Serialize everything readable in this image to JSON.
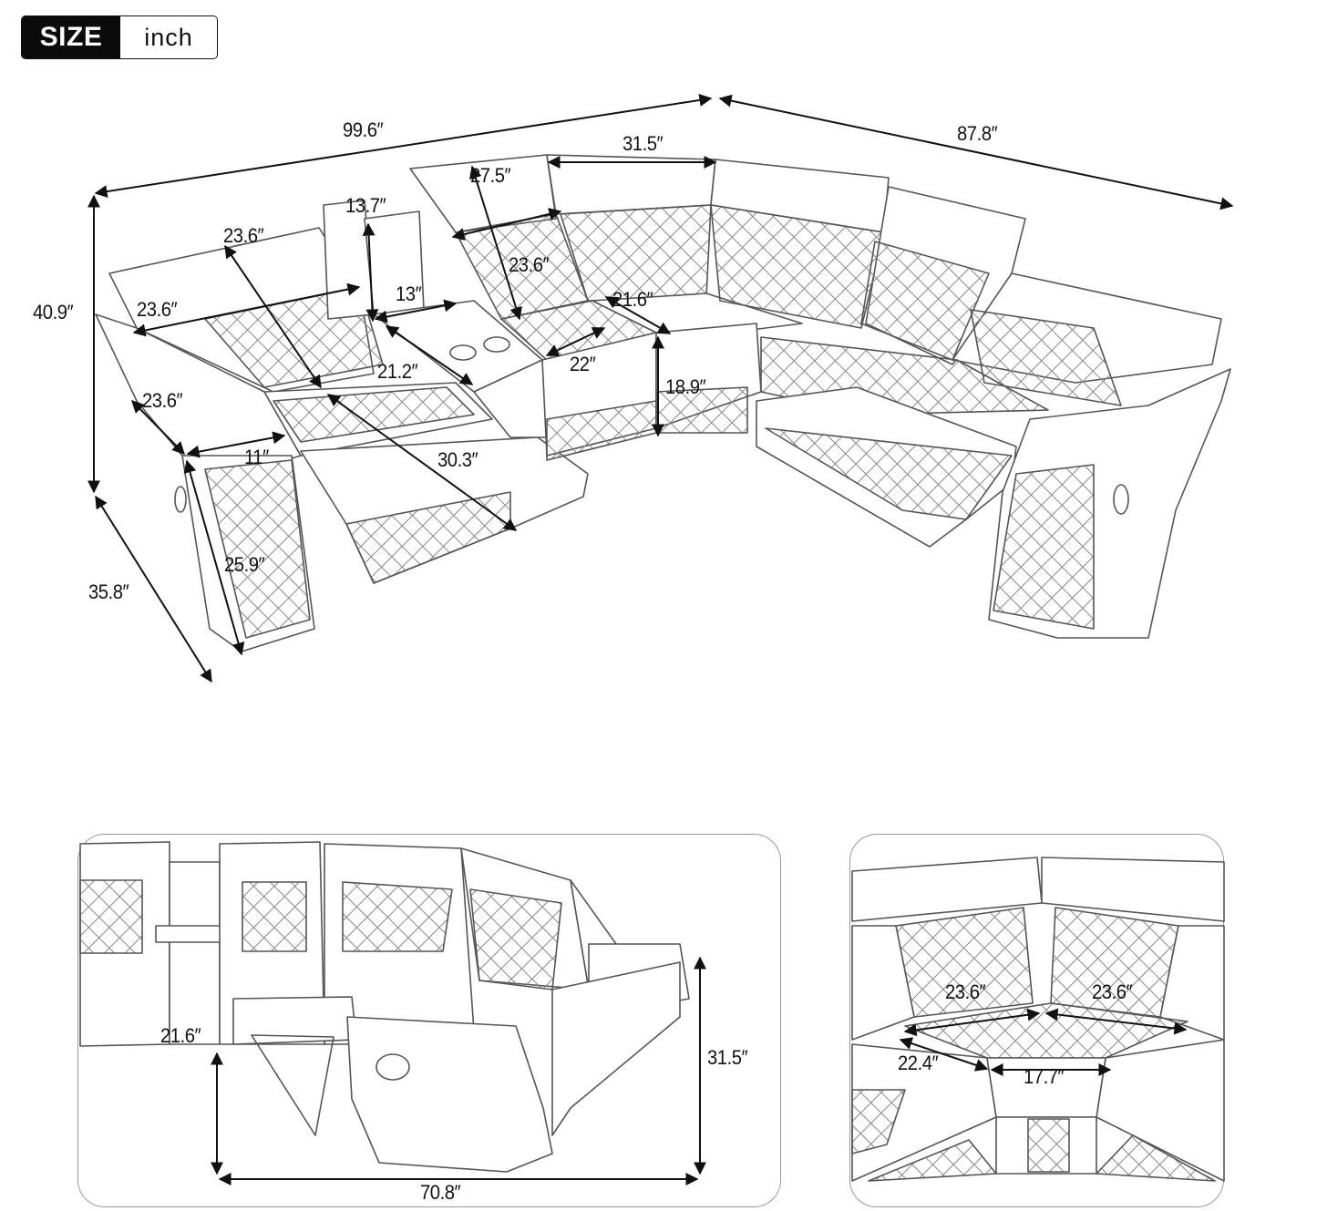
{
  "header": {
    "badge_left": "SIZE",
    "badge_right": "inch"
  },
  "main_view": {
    "overall_width_left": "99.6″",
    "overall_width_right": "87.8″",
    "overall_height": "40.9″",
    "overall_depth": "35.8″",
    "wedge_back_width": "31.5″",
    "console_back_height": "27.5″",
    "console_lid_height": "13.7″",
    "recliner_seat_diag": "23.6″",
    "recliner_back_width": "23.6″",
    "console_width": "13″",
    "middle_seat_back_depth": "23.6″",
    "middle_seat_width": "21.6″",
    "console_depth": "21.2″",
    "middle_seat_depth": "22″",
    "seat_height": "18.9″",
    "arm_length": "23.6″",
    "arm_width": "11″",
    "footrest_extension": "30.3″",
    "arm_side_height": "25.9″"
  },
  "side_view": {
    "reclined_depth": "70.8″",
    "back_height": "31.5″",
    "seat_height": "21.6″"
  },
  "corner_view": {
    "back_left": "23.6″",
    "back_right": "23.6″",
    "side_depth": "22.4″",
    "front_width": "17.7″"
  }
}
